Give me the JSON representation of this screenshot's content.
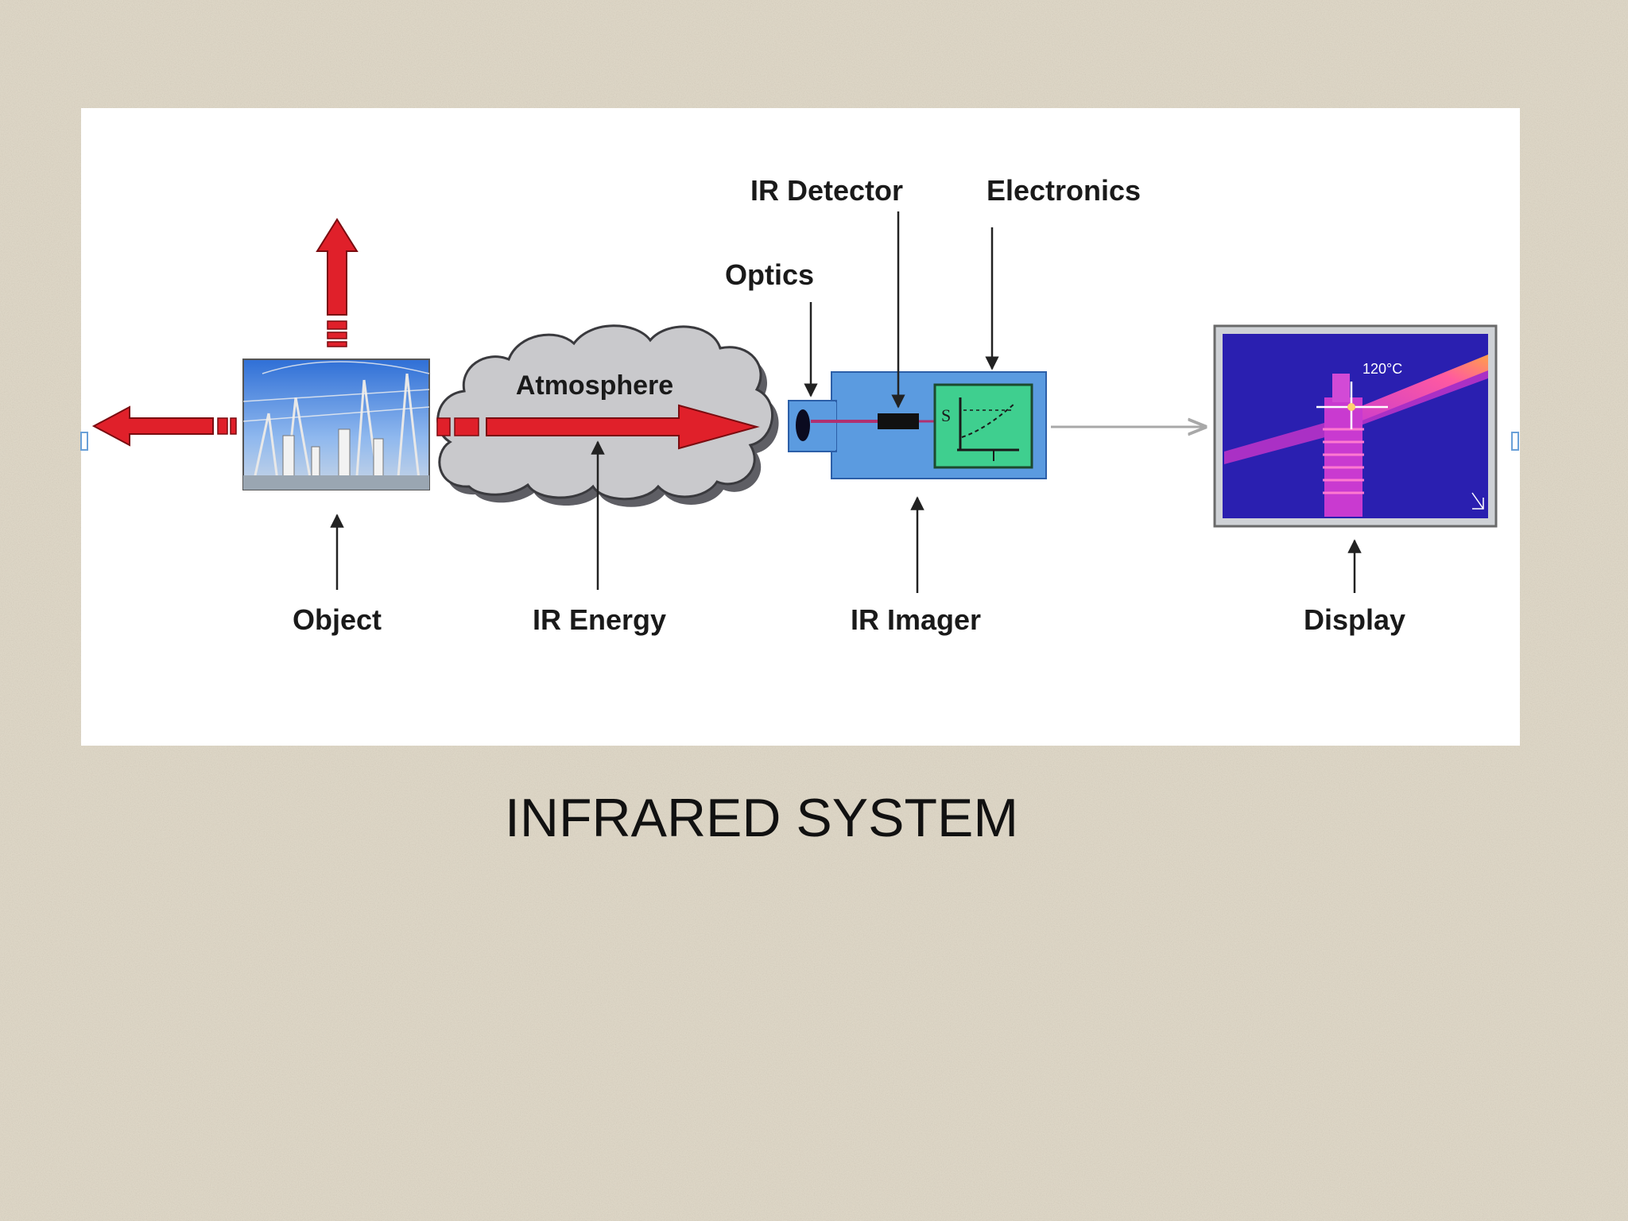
{
  "colors": {
    "background": "#ddd6c6",
    "panel": "#ffffff",
    "arrow_red": "#e0202a",
    "imager_blue": "#5b9be0",
    "electronics_green": "#3fcf8f",
    "display_blue": "#2a1fb0",
    "cloud_gray": "#c9c9cc"
  },
  "diagram": {
    "labels": {
      "object": "Object",
      "atmosphere": "Atmosphere",
      "ir_energy": "IR Energy",
      "optics": "Optics",
      "ir_detector": "IR Detector",
      "electronics": "Electronics",
      "ir_imager": "IR Imager",
      "display": "Display"
    },
    "display_temperature": "120°C",
    "graph_axis_label": "S"
  },
  "caption": "INFRARED SYSTEM"
}
